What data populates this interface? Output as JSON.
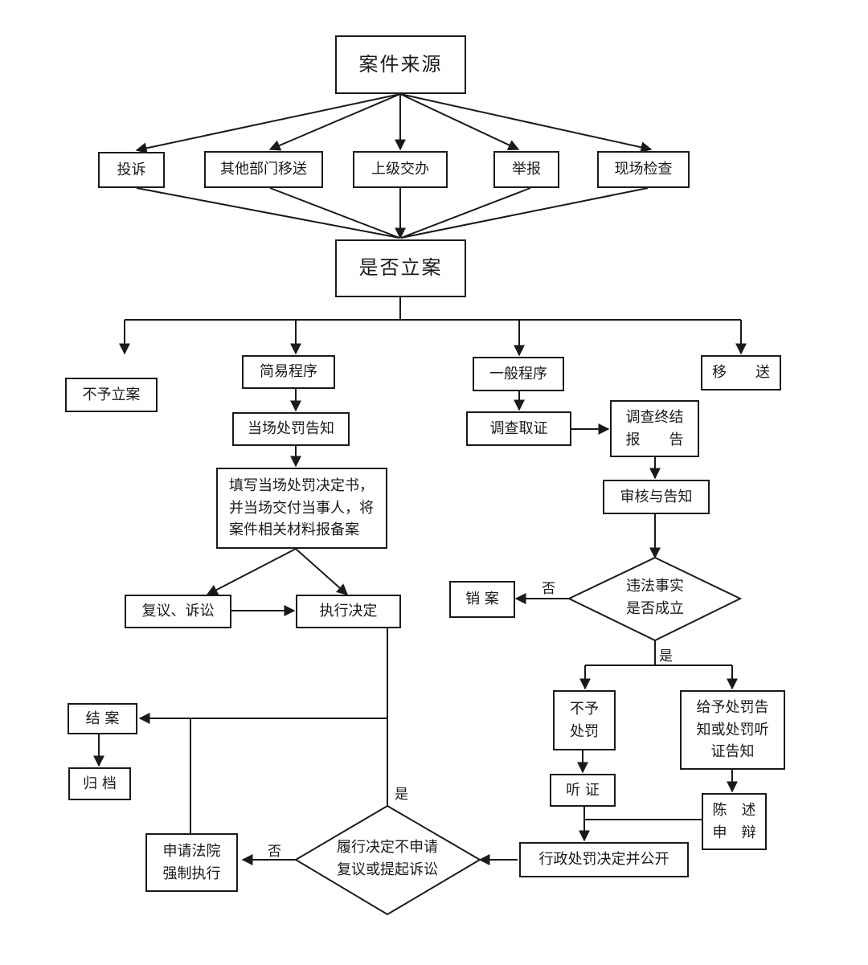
{
  "nodes": {
    "case_source": "案件来源",
    "complaint": "投诉",
    "other_dept_transfer": "其他部门移送",
    "superior_assigned": "上级交办",
    "report": "举报",
    "onsite_inspection": "现场检查",
    "whether_file_case": "是否立案",
    "not_filed": "不予立案",
    "simple_procedure": "简易程序",
    "general_procedure": "一般程序",
    "transfer": "移　　送",
    "onsite_penalty_notice": "当场处罚告知",
    "fill_decision": "填写当场处罚决定书，\n并当场交付当事人，将\n案件相关材料报备案",
    "investigate_evidence": "调查取证",
    "investigation_report": "调查终结\n报　　告",
    "review_notice": "审核与告知",
    "violation_established": "违法事实\n是否成立",
    "cancel_case": "销 案",
    "reconsider_litigation": "复议、诉讼",
    "execute_decision": "执行决定",
    "no_penalty": "不予\n处罚",
    "penalty_notice": "给予处罚告\n知或处罚听\n证告知",
    "close_case": "结 案",
    "archive": "归 档",
    "hearing": "听 证",
    "statement_defense": "陈　述\n申　辩",
    "court_enforcement": "申请法院\n强制执行",
    "fulfill_no_appeal": "履行决定不申请\n复议或提起诉讼",
    "admin_penalty_public": "行政处罚决定并公开"
  },
  "edge_labels": {
    "no_cancel": "否",
    "yes_violation": "是",
    "yes_close": "是",
    "no_court": "否"
  }
}
